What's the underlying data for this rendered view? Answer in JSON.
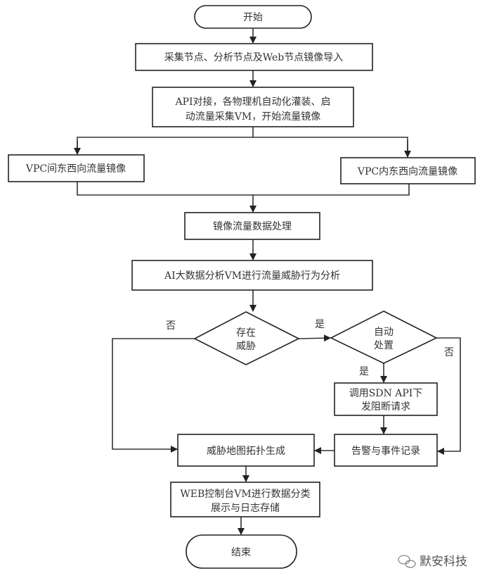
{
  "nodes": {
    "start": "开始",
    "import": "采集节点、分析节点及Web节点镜像导入",
    "api_line1": "API对接，各物理机自动化灌装、启",
    "api_line2": "动流量采集VM，开始流量镜像",
    "vpc_between": "VPC间东西向流量镜像",
    "vpc_within": "VPC内东西向流量镜像",
    "mirror_process": "镜像流量数据处理",
    "ai_analysis": "AI大数据分析VM进行流量威胁行为分析",
    "threat_q_line1": "存在",
    "threat_q_line2": "威胁",
    "auto_q_line1": "自动",
    "auto_q_line2": "处置",
    "sdn_line1": "调用SDN API下",
    "sdn_line2": "发阻断请求",
    "alert": "告警与事件记录",
    "threat_map": "威胁地图拓扑生成",
    "web_line1": "WEB控制台VM进行数据分类",
    "web_line2": "展示与日志存储",
    "end": "结束"
  },
  "labels": {
    "threat_no": "否",
    "threat_yes": "是",
    "auto_no": "否",
    "auto_yes": "是"
  },
  "watermark": "默安科技"
}
